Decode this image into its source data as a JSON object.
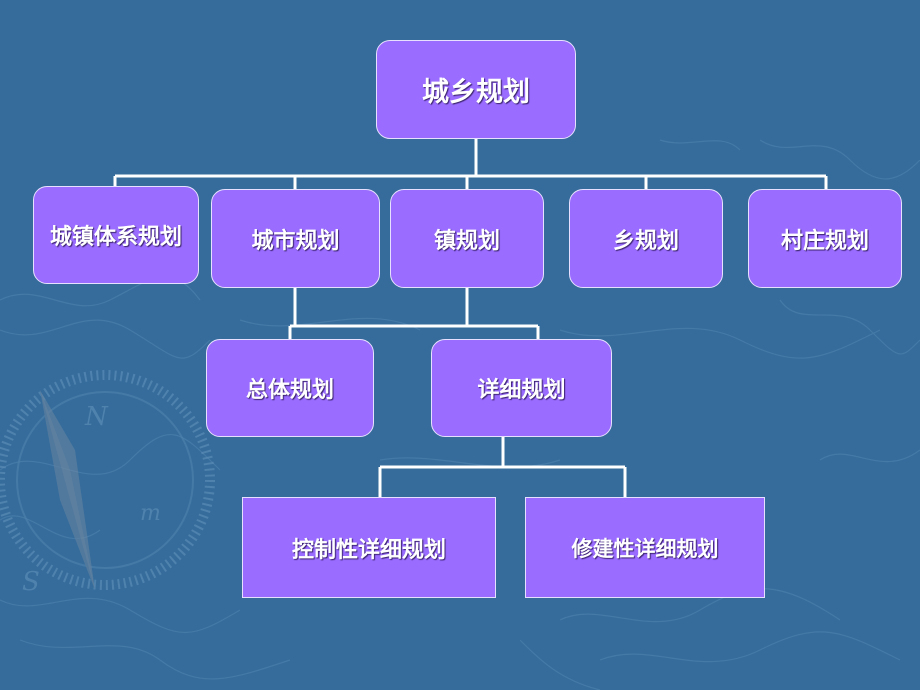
{
  "diagram": {
    "root": {
      "label": "城乡规划"
    },
    "level1": [
      {
        "label": "城镇体系规划"
      },
      {
        "label": "城市规划"
      },
      {
        "label": "镇规划"
      },
      {
        "label": "乡规划"
      },
      {
        "label": "村庄规划"
      }
    ],
    "level2": [
      {
        "label": "总体规划"
      },
      {
        "label": "详细规划"
      }
    ],
    "level3": [
      {
        "label": "控制性详细规划"
      },
      {
        "label": "修建性详细规划"
      }
    ]
  },
  "colors": {
    "background": "#356c9b",
    "node_fill": "#9a6cff",
    "node_border": "#e8e0ff",
    "connector": "#ffffff"
  }
}
